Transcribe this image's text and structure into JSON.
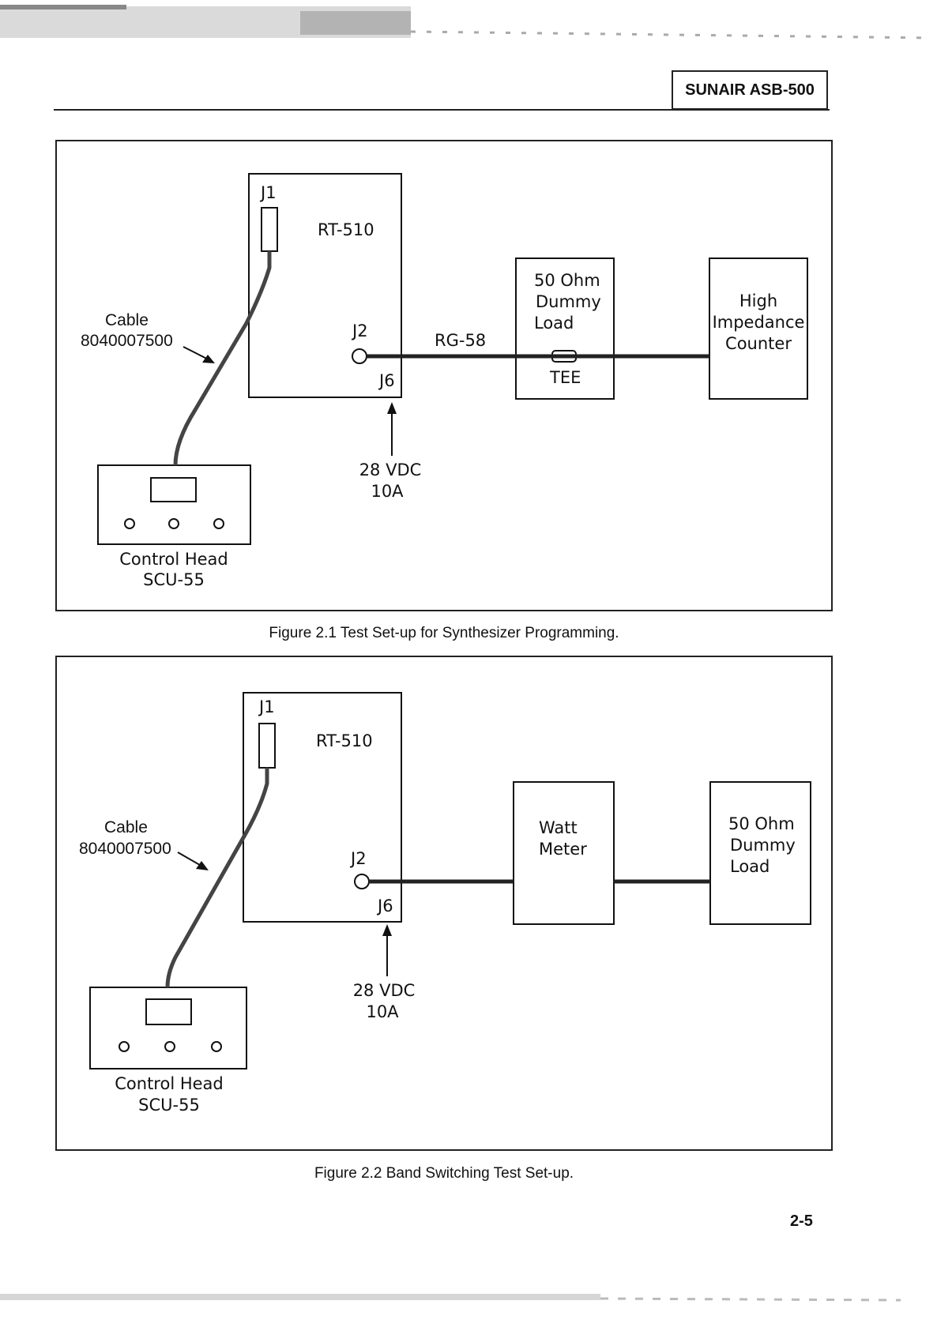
{
  "header": {
    "title": "SUNAIR ASB-500"
  },
  "figure1": {
    "caption": "Figure 2.1 Test Set-up for Synthesizer Programming.",
    "rt_label": "RT-510",
    "j1": "J1",
    "j2": "J2",
    "j6": "J6",
    "cable_label": "Cable",
    "cable_part": "8040007500",
    "coax_label": "RG-58",
    "dummy_load": [
      "50 Ohm",
      "Dummy",
      "Load"
    ],
    "tee_label": "TEE",
    "counter": [
      "High",
      "Impedance",
      "Counter"
    ],
    "power": [
      "28 VDC",
      "10A"
    ],
    "control_head": [
      "Control Head",
      "SCU-55"
    ]
  },
  "figure2": {
    "caption": "Figure 2.2 Band Switching Test Set-up.",
    "rt_label": "RT-510",
    "j1": "J1",
    "j2": "J2",
    "j6": "J6",
    "cable_label": "Cable",
    "cable_part": "8040007500",
    "watt_meter": [
      "Watt",
      "Meter"
    ],
    "dummy_load": [
      "50 Ohm",
      "Dummy",
      "Load"
    ],
    "power": [
      "28 VDC",
      "10A"
    ],
    "control_head": [
      "Control Head",
      "SCU-55"
    ]
  },
  "page_number": "2-5"
}
